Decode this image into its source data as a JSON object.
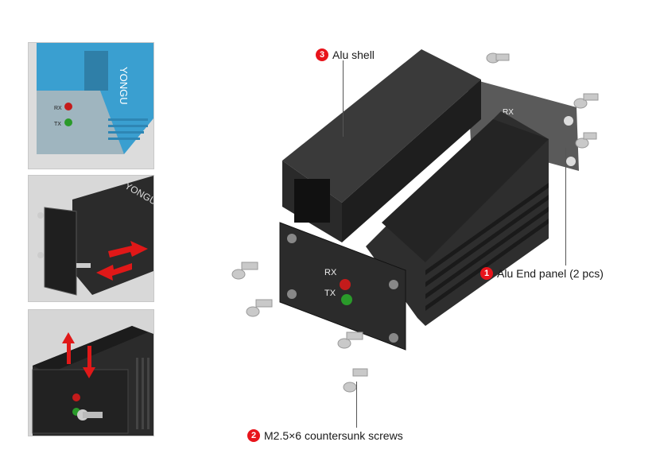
{
  "callouts": {
    "shell": {
      "num": "3",
      "label": "Alu shell"
    },
    "end_panel": {
      "num": "1",
      "label": "Alu End panel (2 pcs)"
    },
    "screws": {
      "num": "2",
      "label": "M2.5×6 countersunk screws"
    }
  },
  "panel_labels": {
    "rx": "RX",
    "tx": "TX"
  },
  "brand_text": "YONGU",
  "colors": {
    "badge": "#e8141b",
    "shell": "#2b2b2b",
    "thumb_blue": "#3a9fd0",
    "arrow": "#e01818"
  }
}
